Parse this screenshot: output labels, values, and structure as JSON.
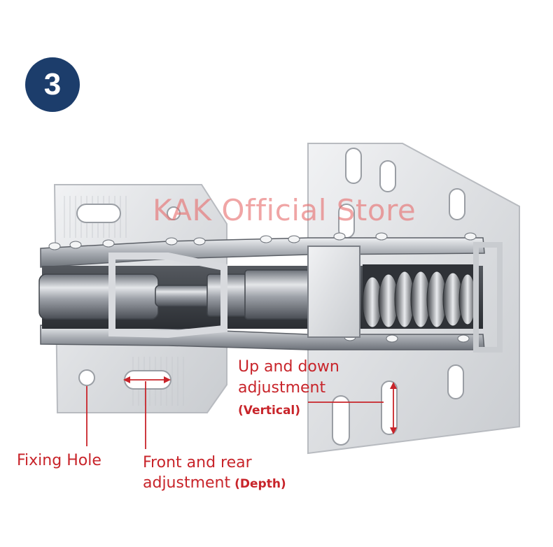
{
  "step_badge": "3",
  "watermark": "KAK Official Store",
  "annotations": {
    "vertical": {
      "line1": "Up and down",
      "line2": "adjustment",
      "detail": "(Vertical)"
    },
    "fixing_hole": "Fixing Hole",
    "depth": {
      "line1": "Front and rear",
      "line2": "adjustment",
      "detail": "(Depth)"
    }
  },
  "colors": {
    "badge": "#1c3d6b",
    "annotation": "#c8242a",
    "watermark": "#e66e6e",
    "metal": "#d9dbde"
  }
}
